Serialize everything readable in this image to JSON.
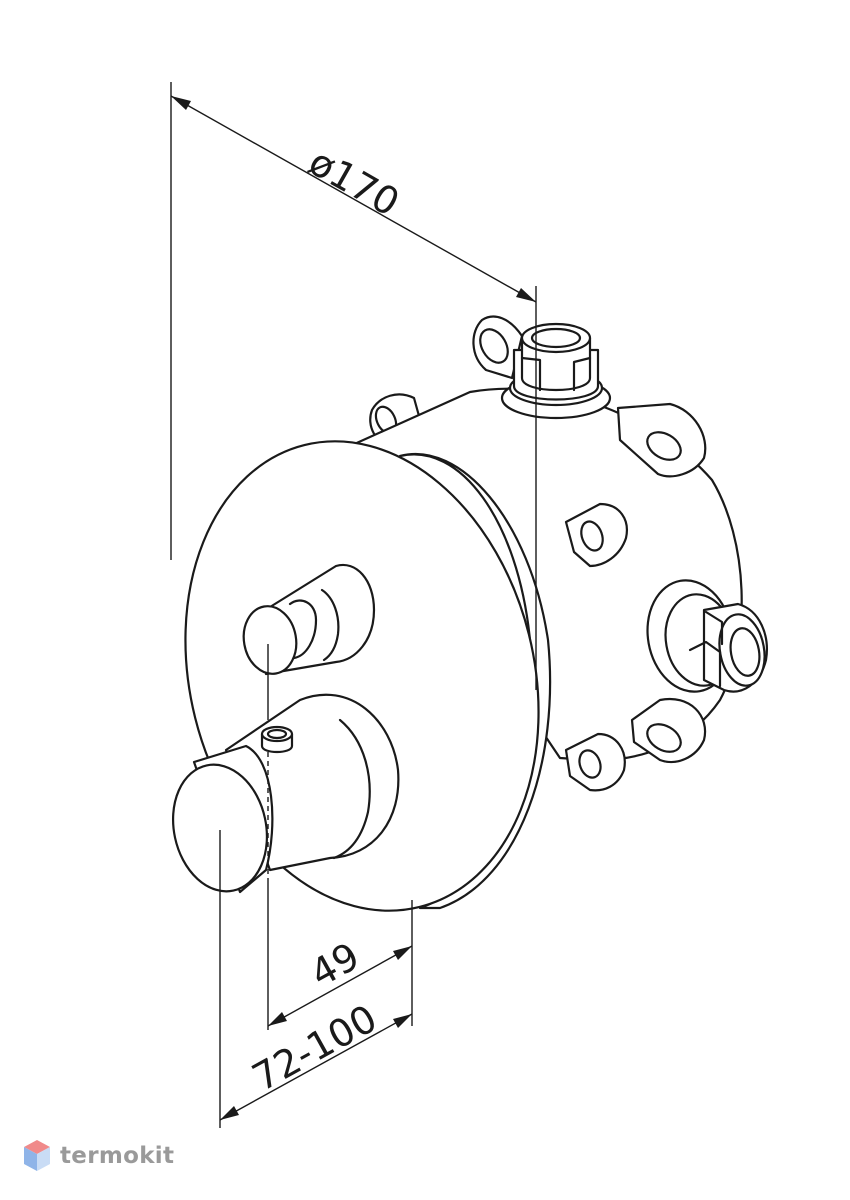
{
  "dimensions": {
    "diameter": "ø170",
    "depth_min": "49",
    "depth_range": "72-100"
  },
  "watermark": {
    "brand": "termokit"
  }
}
